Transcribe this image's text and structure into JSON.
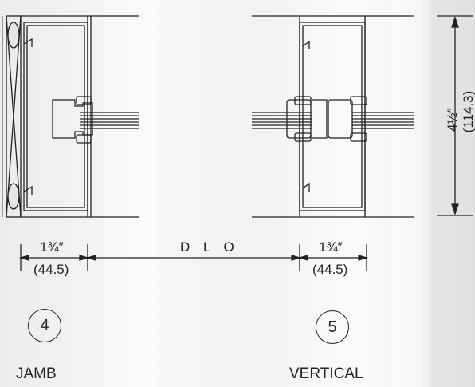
{
  "diagram": {
    "left_detail": {
      "number": "4",
      "caption": "JAMB",
      "width_dim": "1¾″",
      "width_dim_metric": "(44.5)"
    },
    "right_detail": {
      "number": "5",
      "caption": "VERTICAL",
      "width_dim": "1¾″",
      "width_dim_metric": "(44.5)"
    },
    "dlo_label": "D L O",
    "height_dim": "4½″",
    "height_dim_metric": "(114.3)"
  },
  "colors": {
    "line": "#222222",
    "background": "#f2f2f2"
  }
}
